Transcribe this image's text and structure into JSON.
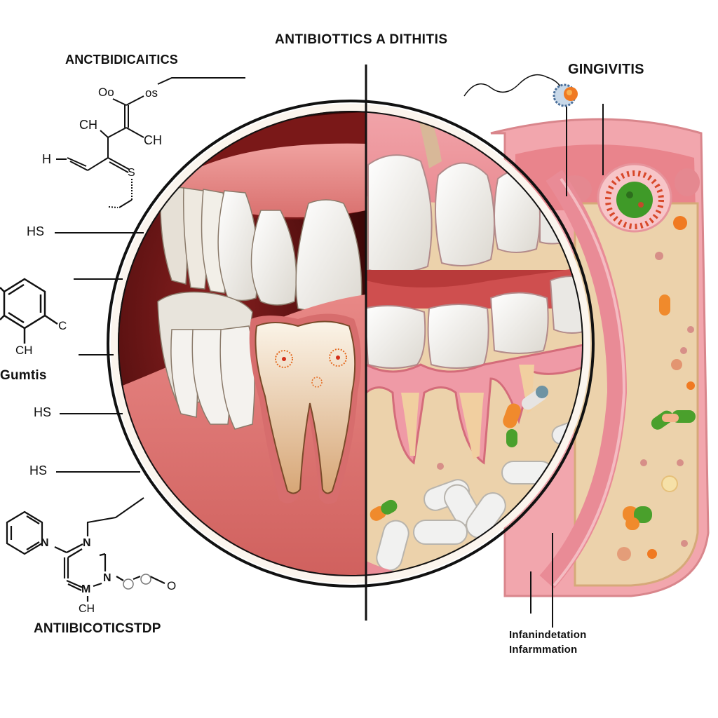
{
  "title": "ANTIBIOTTICS A DITHITIS",
  "labels": {
    "top_left": "ANCTBIDICAITICS",
    "gingivitis": "GINGIVITIS",
    "gumtis": "Gumtis",
    "bottom_left": "ANTIIBICOTICSTDP",
    "bottom_right_line1": "Infanindetation",
    "bottom_right_line2": "Infarmmation"
  },
  "chemistry": {
    "top_molecule": {
      "o1": "Oo",
      "o2": "os",
      "ch_left": "CH",
      "ch_right": "CH",
      "h_left": "H",
      "n_right": "S"
    },
    "side_callouts": [
      "HS",
      "HS",
      "HS"
    ],
    "ring_molecule": {
      "c": "C",
      "ch": "CH"
    },
    "bottom_molecule": {
      "n1": "N",
      "n2": "N",
      "n3": "N",
      "m": "M",
      "ch": "CH",
      "o": "O"
    }
  },
  "illustration": {
    "left_panel": "healthy-mouth-teeth-with-molar",
    "right_panel": "inflamed-gum-cross-section-with-antibiotic-capsules",
    "colors": {
      "gum_pink": "#e88a8a",
      "gum_light": "#f4b4b4",
      "mouth_dark": "#5a0f0f",
      "tooth_white": "#f4f2ee",
      "bone_tan": "#e9cfa8",
      "capsule_green": "#4aa02c",
      "capsule_orange": "#f08a2c",
      "bacteria_green": "#3f9a28",
      "outline": "#111111"
    }
  }
}
